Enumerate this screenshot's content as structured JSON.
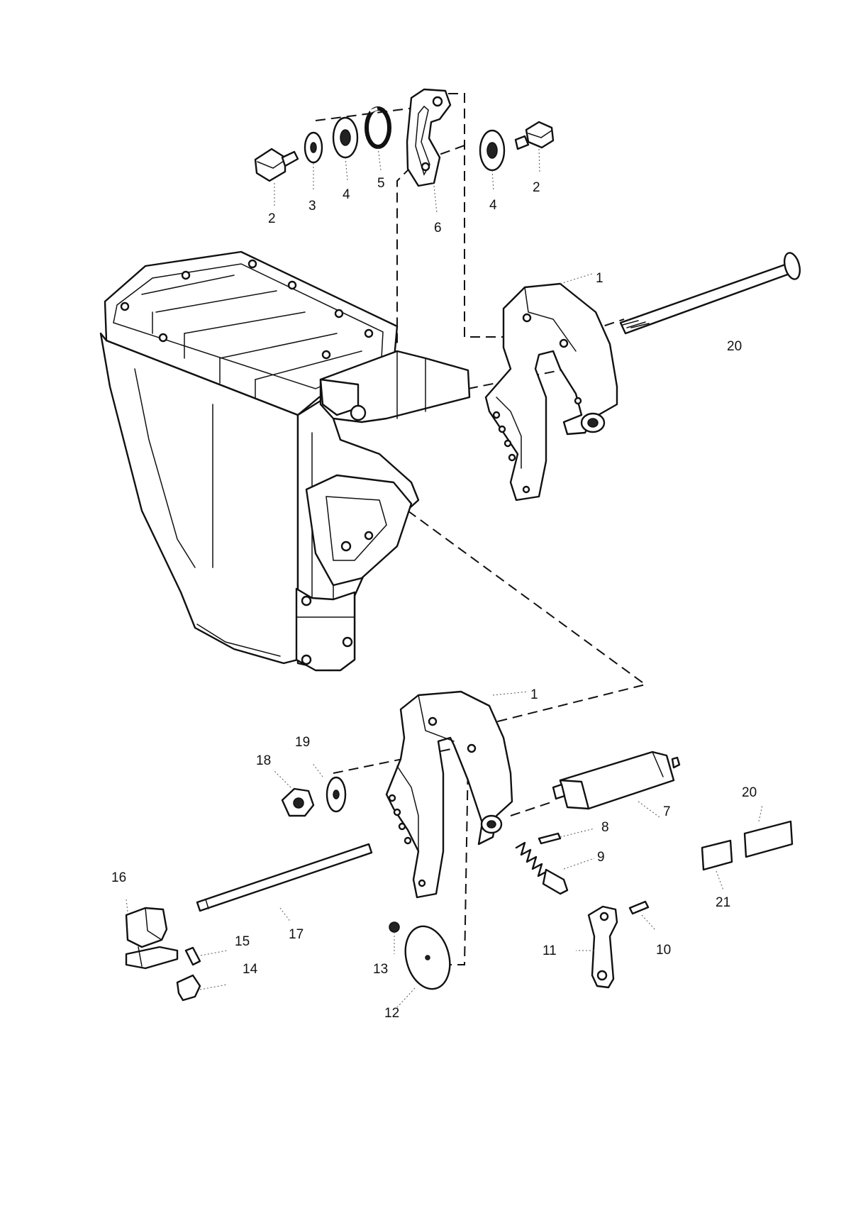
{
  "callouts": [
    {
      "id": "c-2a",
      "text": "2"
    },
    {
      "id": "c-3",
      "text": "3"
    },
    {
      "id": "c-4a",
      "text": "4"
    },
    {
      "id": "c-5",
      "text": "5"
    },
    {
      "id": "c-6",
      "text": "6"
    },
    {
      "id": "c-4b",
      "text": "4"
    },
    {
      "id": "c-2b",
      "text": "2"
    },
    {
      "id": "c-1a",
      "text": "1"
    },
    {
      "id": "c-20a",
      "text": "20"
    },
    {
      "id": "c-1b",
      "text": "1"
    },
    {
      "id": "c-19",
      "text": "19"
    },
    {
      "id": "c-18",
      "text": "18"
    },
    {
      "id": "c-7",
      "text": "7"
    },
    {
      "id": "c-20b",
      "text": "20"
    },
    {
      "id": "c-8",
      "text": "8"
    },
    {
      "id": "c-9",
      "text": "9"
    },
    {
      "id": "c-16",
      "text": "16"
    },
    {
      "id": "c-17",
      "text": "17"
    },
    {
      "id": "c-15",
      "text": "15"
    },
    {
      "id": "c-21",
      "text": "21"
    },
    {
      "id": "c-14",
      "text": "14"
    },
    {
      "id": "c-13",
      "text": "13"
    },
    {
      "id": "c-11",
      "text": "11"
    },
    {
      "id": "c-10",
      "text": "10"
    },
    {
      "id": "c-12",
      "text": "12"
    }
  ]
}
